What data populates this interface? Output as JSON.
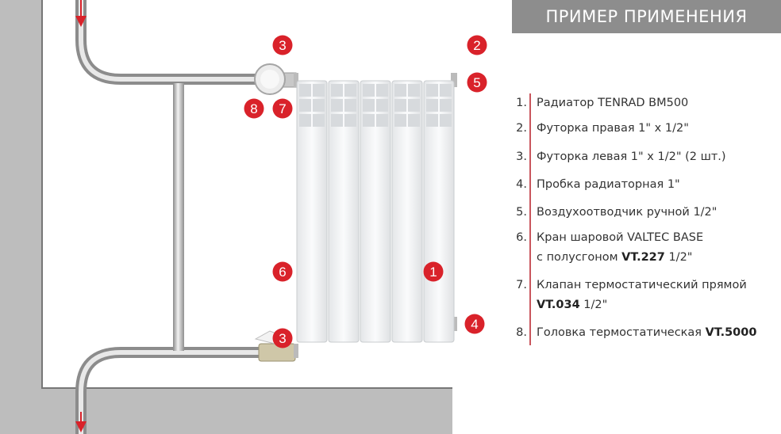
{
  "title": "ПРИМЕР ПРИМЕНЕНИЯ",
  "colors": {
    "accent": "#d9222a",
    "wall": "#b8b8b8",
    "title_bg": "#8d8d8d",
    "pipe": "#b3b3b3"
  },
  "callouts": [
    "1",
    "2",
    "3",
    "3",
    "4",
    "5",
    "6",
    "7",
    "8"
  ],
  "items": [
    {
      "num": "1.",
      "lines": [
        {
          "text": "Радиатор TENRAD BM500",
          "bold": "",
          "rest": ""
        }
      ]
    },
    {
      "num": "2.",
      "lines": [
        {
          "text": "Футорка правая 1\" x 1/2\"",
          "bold": "",
          "rest": ""
        }
      ]
    },
    {
      "num": "3.",
      "lines": [
        {
          "text": "Футорка левая 1\" x 1/2\" (2 шт.)",
          "bold": "",
          "rest": ""
        }
      ]
    },
    {
      "num": "4.",
      "lines": [
        {
          "text": "Пробка радиаторная 1\"",
          "bold": "",
          "rest": ""
        }
      ]
    },
    {
      "num": "5.",
      "lines": [
        {
          "text": "Воздухоотводчик ручной 1/2\"",
          "bold": "",
          "rest": ""
        }
      ]
    },
    {
      "num": "6.",
      "lines": [
        {
          "text": "Кран шаровой VALTEC BASE",
          "bold": "",
          "rest": ""
        },
        {
          "text": "с полусгоном ",
          "bold": "VT.227",
          "rest": " 1/2\""
        }
      ]
    },
    {
      "num": "7.",
      "lines": [
        {
          "text": "Клапан термостатический прямой",
          "bold": "",
          "rest": ""
        },
        {
          "text": "",
          "bold": "VT.034",
          "rest": " 1/2\""
        }
      ]
    },
    {
      "num": "8.",
      "lines": [
        {
          "text": "Головка термостатическая ",
          "bold": "VT.5000",
          "rest": ""
        }
      ]
    }
  ]
}
